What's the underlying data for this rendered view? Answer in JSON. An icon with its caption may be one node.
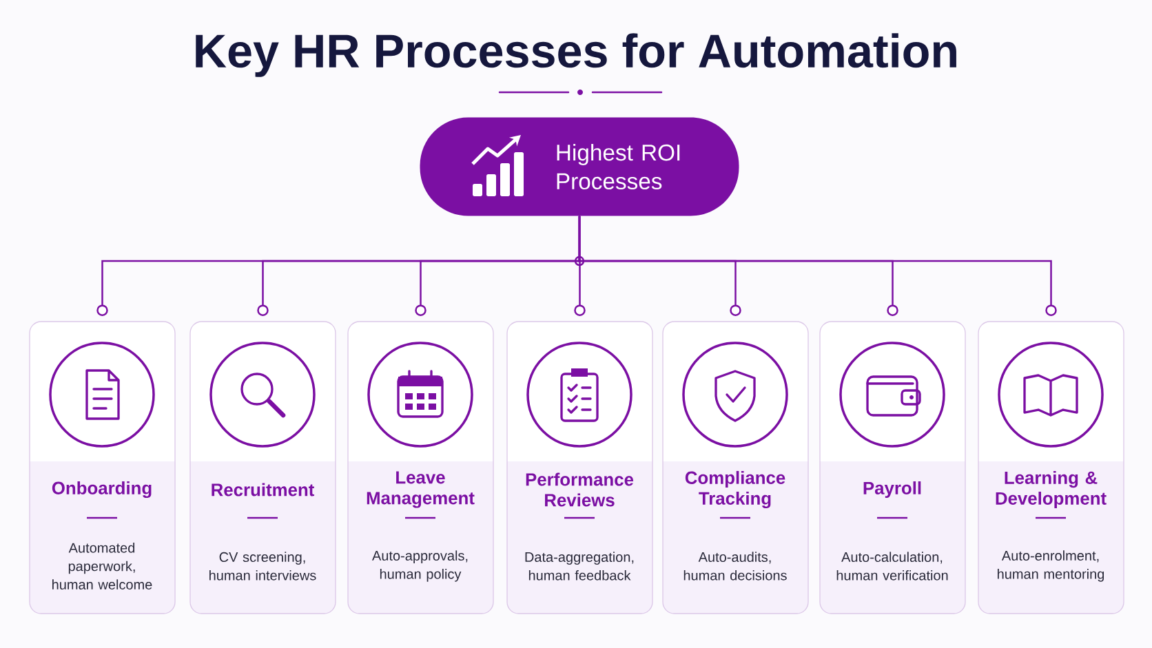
{
  "diagram": {
    "title": "Key HR Processes for Automation",
    "nodes": [
      {
        "text": [
          "Highest ROI Processes"
        ]
      },
      {
        "text": [
          "Onboarding",
          "Automated paperwork, human welcome"
        ]
      },
      {
        "text": [
          "Recruitment",
          "CV screening, human interviews"
        ]
      },
      {
        "text": [
          "Leave Management",
          "Auto-approvals, human policy"
        ]
      },
      {
        "text": [
          "Performance Reviews",
          "Data-aggregation, human feedback"
        ]
      },
      {
        "text": [
          "Compliance Tracking",
          "Auto-audits, human decisions"
        ]
      },
      {
        "text": [
          "Payroll",
          "Auto-calculation, human verification"
        ]
      },
      {
        "text": [
          "Learning & Development",
          "Auto-enrolment, human mentoring"
        ]
      }
    ],
    "edges": [
      {
        "from": 0,
        "to": 1,
        "arrow": "other"
      },
      {
        "from": 0,
        "to": 2,
        "arrow": "other"
      },
      {
        "from": 0,
        "to": 3,
        "arrow": "other"
      },
      {
        "from": 0,
        "to": 4,
        "arrow": "other"
      },
      {
        "from": 0,
        "to": 5,
        "arrow": "other"
      },
      {
        "from": 0,
        "to": 6,
        "arrow": "other"
      },
      {
        "from": 0,
        "to": 7,
        "arrow": "other"
      }
    ]
  }
}
